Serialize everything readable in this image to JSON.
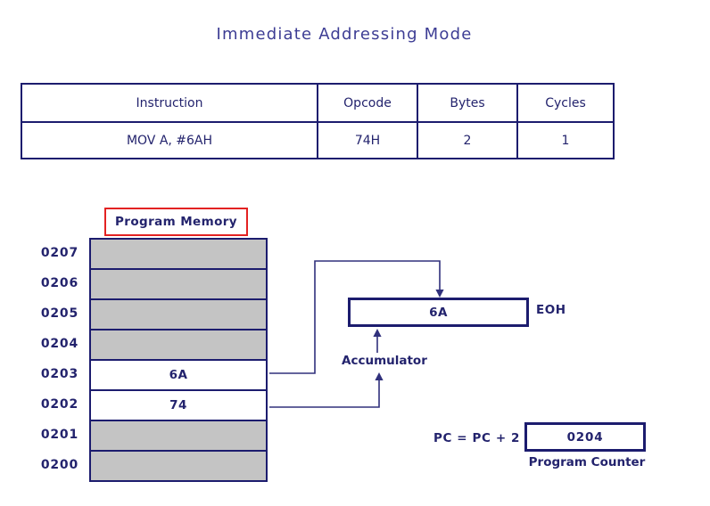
{
  "title": "Immediate Addressing Mode",
  "colors": {
    "navy_border": "#1c1c6e",
    "text_navy": "#23236d",
    "title_indigo": "#3d3d94",
    "label_red": "#e32222",
    "cell_gray": "#c4c4c4"
  },
  "instruction_table": {
    "headers": [
      "Instruction",
      "Opcode",
      "Bytes",
      "Cycles"
    ],
    "rows": [
      [
        "MOV A, #6AH",
        "74H",
        "2",
        "1"
      ]
    ]
  },
  "program_memory": {
    "label": "Program Memory",
    "cells": [
      {
        "address": "0207",
        "value": ""
      },
      {
        "address": "0206",
        "value": ""
      },
      {
        "address": "0205",
        "value": ""
      },
      {
        "address": "0204",
        "value": ""
      },
      {
        "address": "0203",
        "value": "6A"
      },
      {
        "address": "0202",
        "value": "74"
      },
      {
        "address": "0201",
        "value": ""
      },
      {
        "address": "0200",
        "value": ""
      }
    ]
  },
  "accumulator": {
    "value": "6A",
    "register_label": "EOH",
    "caption": "Accumulator"
  },
  "program_counter": {
    "equation": "PC = PC + 2",
    "value": "0204",
    "caption": "Program Counter"
  }
}
